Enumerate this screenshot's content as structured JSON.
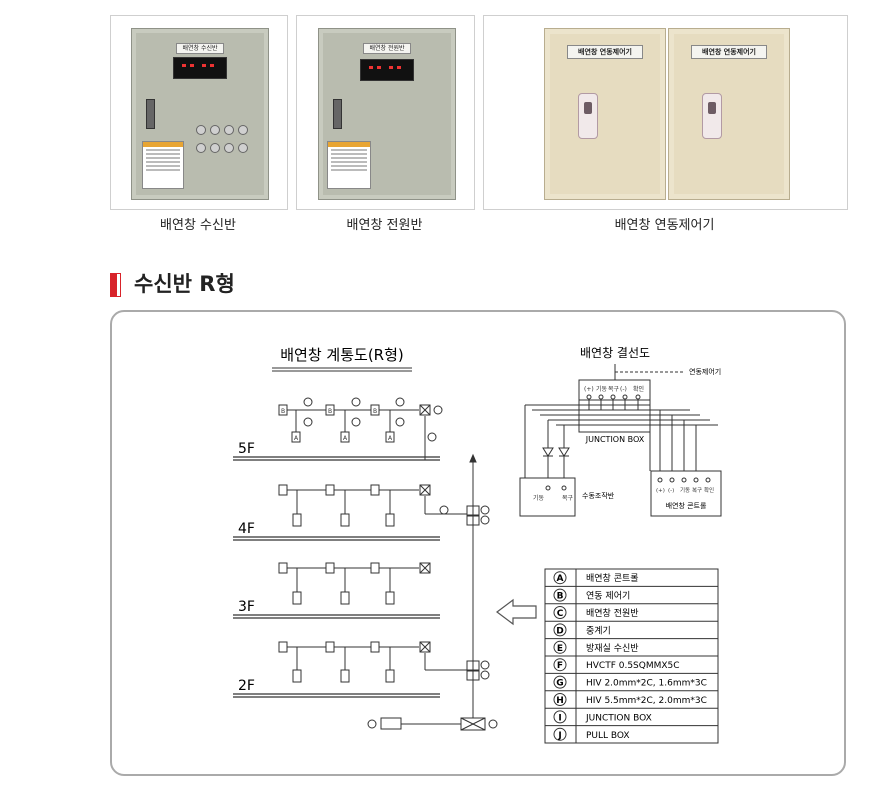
{
  "photos": [
    {
      "caption": "배연창 수신반",
      "plate": "배연창 수신반"
    },
    {
      "caption": "배연창 전원반",
      "plate": "배연창 전원반"
    },
    {
      "caption": "배연창 연동제어기",
      "plate_left": "배연창 연동제어기",
      "plate_right": "배연창 연동제어기"
    }
  ],
  "section": {
    "title": "수신반 R형"
  },
  "diagram": {
    "riser_title": "배연창 계통도(R형)",
    "wiring_title": "배연창 결선도",
    "floors": [
      "5F",
      "4F",
      "3F",
      "2F"
    ],
    "interlock_label": "연동제어기",
    "terminals_top": [
      "(+)",
      "기동",
      "복구",
      "(-)",
      "확인"
    ],
    "terminals_ctrl": [
      "(+)",
      "(-)",
      "기동",
      "복구",
      "확인"
    ],
    "junction_box": "JUNCTION BOX",
    "manual_panel": "수동조작반",
    "manual_terms": [
      "기동",
      "복구"
    ],
    "controller_label": "배연창 콘트롤",
    "legend": [
      {
        "key": "A",
        "text": "배연창 콘트롤"
      },
      {
        "key": "B",
        "text": "연동 제어기"
      },
      {
        "key": "C",
        "text": "배연창 전원반"
      },
      {
        "key": "D",
        "text": "중계기"
      },
      {
        "key": "E",
        "text": "방재실 수신반"
      },
      {
        "key": "F",
        "text": "HVCTF 0.5SQMMX5C"
      },
      {
        "key": "G",
        "text": "HIV 2.0mm*2C,  1.6mm*3C"
      },
      {
        "key": "H",
        "text": "HIV 5.5mm*2C,  2.0mm*3C"
      },
      {
        "key": "I",
        "text": "JUNCTION BOX"
      },
      {
        "key": "J",
        "text": "PULL BOX"
      }
    ]
  }
}
